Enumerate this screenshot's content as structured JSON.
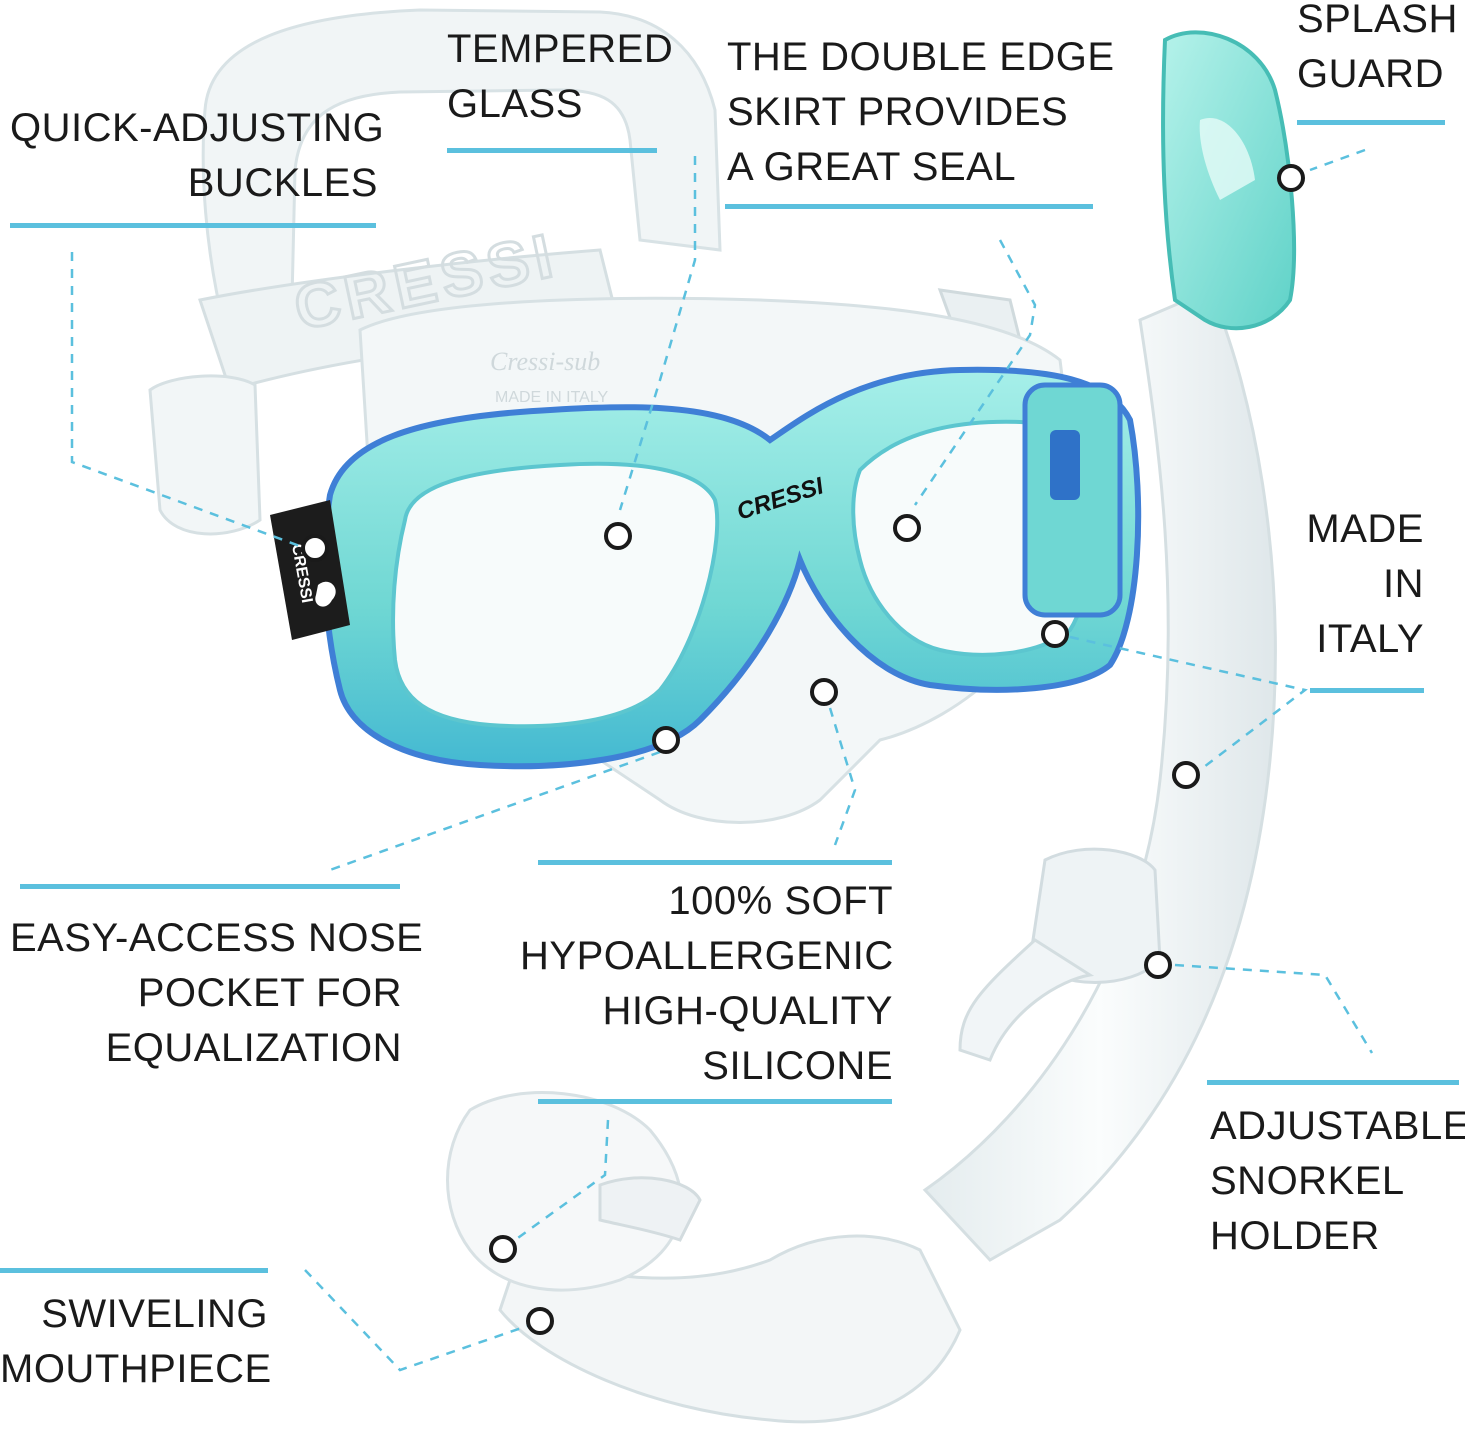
{
  "colors": {
    "accent": "#5bc0de",
    "aqua_frame": "#7fe0d8",
    "aqua_dark": "#2fb3c9",
    "blue_edge": "#3f7fd6",
    "clear_silicone": "#eef3f4",
    "text": "#1a1a1a",
    "buckle": "#1c1c1c"
  },
  "product": {
    "mask_brand_text": "CRESSI",
    "strap_text": "CRESSI",
    "lens_text": "Cressi-sub",
    "lens_subtext": "MADE IN ITALY",
    "buckle_text": "CRESSI"
  },
  "callouts": [
    {
      "id": "tempered-glass",
      "lines": [
        "TEMPERED",
        "GLASS"
      ]
    },
    {
      "id": "double-edge-skirt",
      "lines": [
        "THE DOUBLE EDGE",
        "SKIRT PROVIDES",
        "A GREAT SEAL"
      ]
    },
    {
      "id": "splash-guard",
      "lines": [
        "SPLASH",
        "GUARD"
      ]
    },
    {
      "id": "quick-adjusting-buckles",
      "lines": [
        "QUICK-ADJUSTING",
        "BUCKLES"
      ]
    },
    {
      "id": "made-in-italy",
      "lines": [
        "MADE",
        "IN",
        "ITALY"
      ]
    },
    {
      "id": "nose-pocket",
      "lines": [
        "EASY-ACCESS NOSE",
        "POCKET FOR",
        "EQUALIZATION"
      ]
    },
    {
      "id": "soft-silicone",
      "lines": [
        "100% SOFT",
        "HYPOALLERGENIC",
        "HIGH-QUALITY",
        "SILICONE"
      ]
    },
    {
      "id": "snorkel-holder",
      "lines": [
        "ADJUSTABLE",
        "SNORKEL",
        "HOLDER"
      ]
    },
    {
      "id": "swiveling-mouthpiece",
      "lines": [
        "SWIVELING",
        "MOUTHPIECE"
      ]
    }
  ]
}
